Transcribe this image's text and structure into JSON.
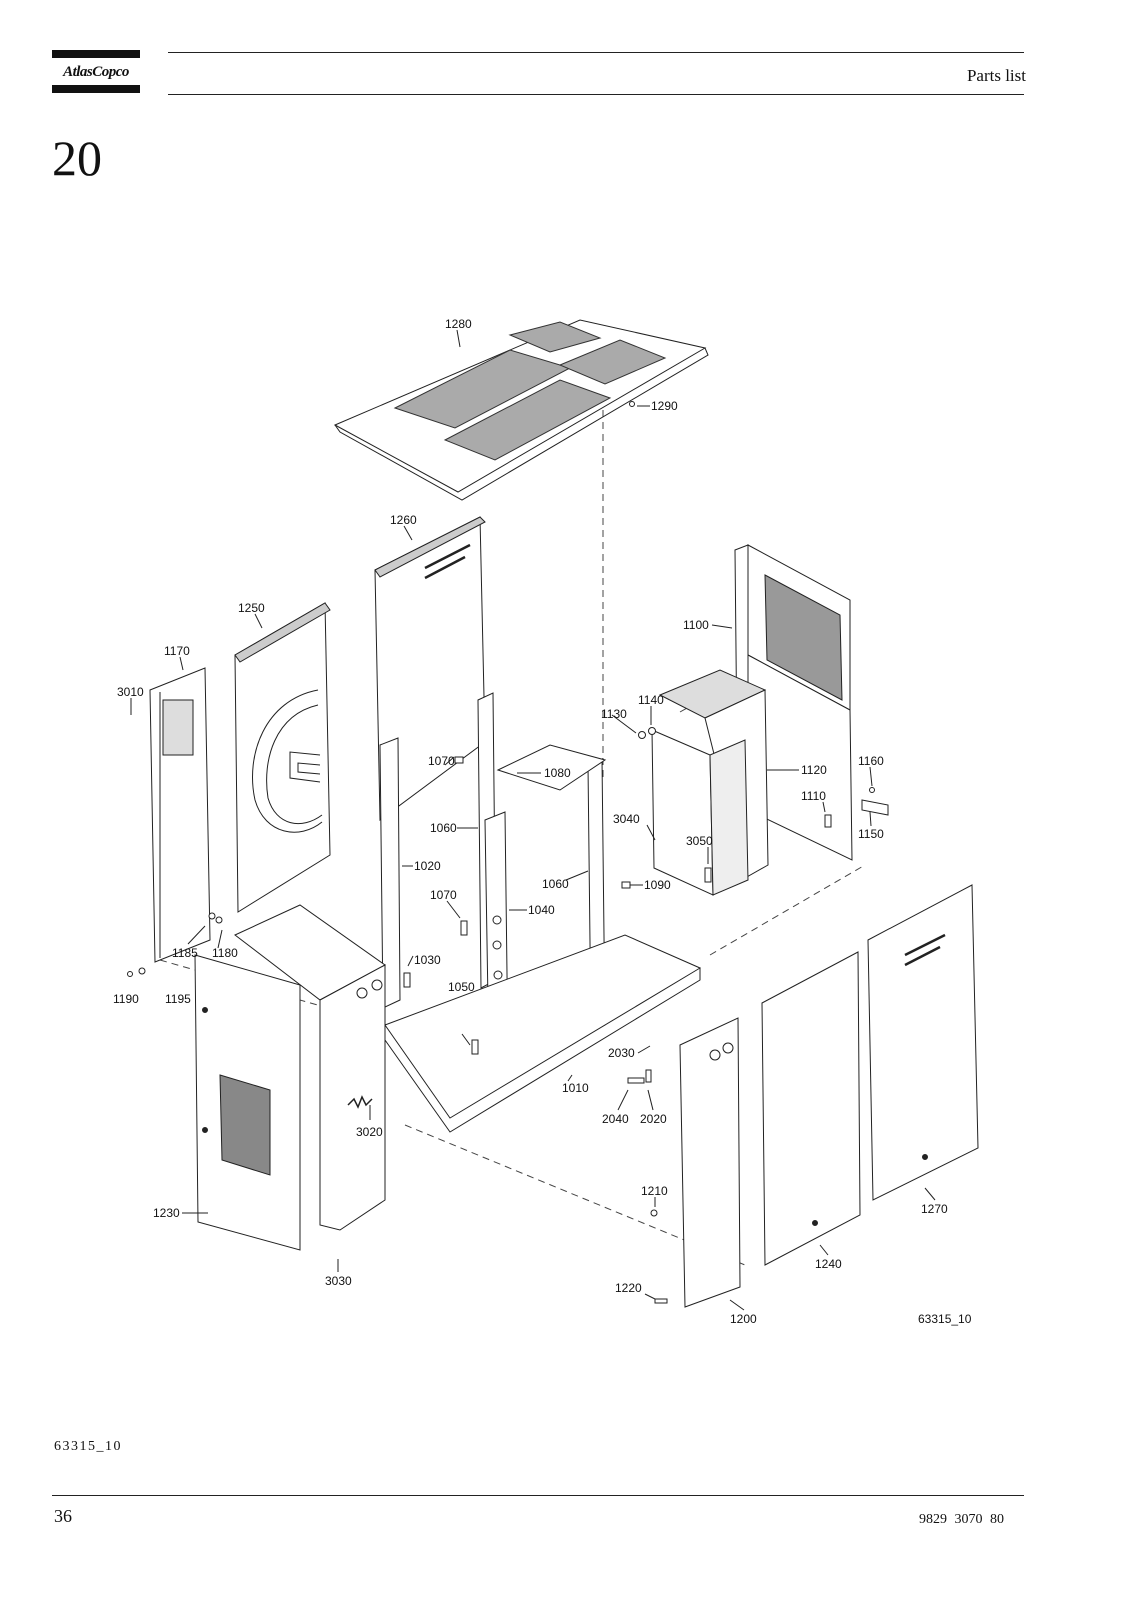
{
  "header": {
    "brand": "AtlasCopco",
    "title": "Parts list"
  },
  "section": {
    "number": "20"
  },
  "diagram": {
    "callouts": [
      "1280",
      "1290",
      "1260",
      "1250",
      "1170",
      "3010",
      "1100",
      "1140",
      "1130",
      "1070",
      "1080",
      "1120",
      "1160",
      "1110",
      "3040",
      "1150",
      "1060",
      "3050",
      "1020",
      "1060",
      "1090",
      "1070",
      "1040",
      "1030",
      "1185",
      "1180",
      "1050",
      "1190",
      "1195",
      "2030",
      "1010",
      "2040",
      "2020",
      "3020",
      "1210",
      "1230",
      "1270",
      "1240",
      "3030",
      "1220",
      "1200",
      "63315_10"
    ]
  },
  "footer": {
    "figure_id": "63315_10",
    "page_number": "36",
    "doc_number": "9829 3070 80"
  }
}
